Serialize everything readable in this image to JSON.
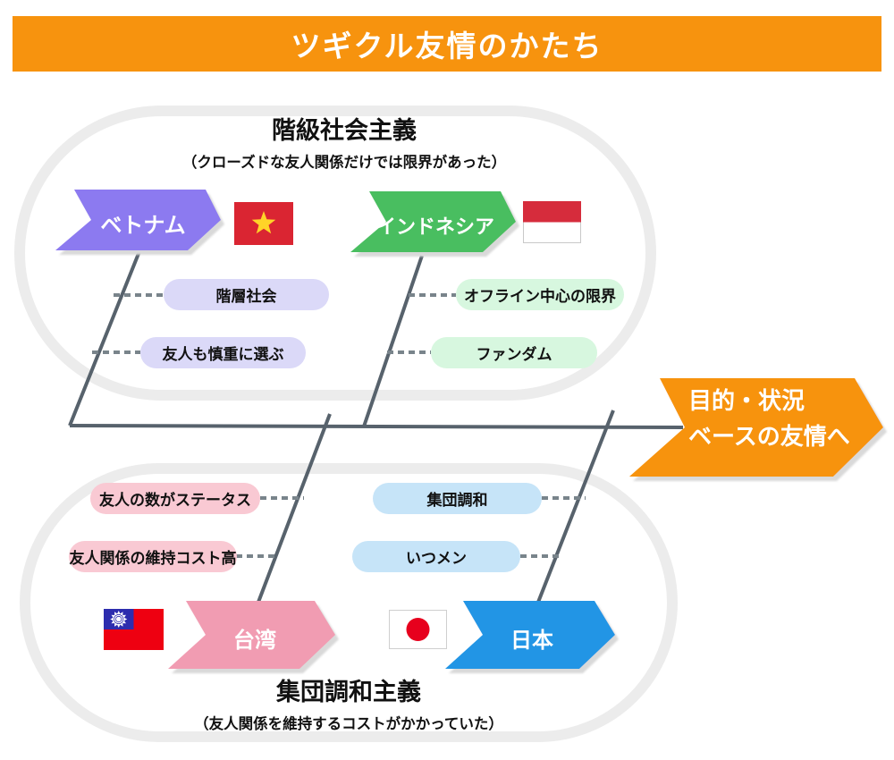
{
  "header": {
    "title": "ツギクル友情のかたち",
    "bg_color": "#F7930E"
  },
  "groups": {
    "top": {
      "title": "階級社会主義",
      "subtitle": "（クローズドな友人関係だけでは限界があった）",
      "countries": [
        {
          "name": "ベトナム",
          "flag": "vietnam-flag",
          "arrow_color": "#8C7AF0",
          "tag_color": "#DBD9F8",
          "tags": [
            "階層社会",
            "友人も慎重に選ぶ"
          ]
        },
        {
          "name": "インドネシア",
          "flag": "indonesia-flag",
          "arrow_color": "#48BE60",
          "tag_color": "#D7F7DF",
          "tags": [
            "オフライン中心の限界",
            "ファンダム"
          ]
        }
      ]
    },
    "bottom": {
      "title": "集団調和主義",
      "subtitle": "（友人関係を維持するコストがかかっていた）",
      "countries": [
        {
          "name": "台湾",
          "flag": "taiwan-flag",
          "arrow_color": "#F19CB2",
          "tag_color": "#F9C9D3",
          "tags": [
            "友人の数がステータス",
            "友人関係の維持コスト高"
          ]
        },
        {
          "name": "日本",
          "flag": "japan-flag",
          "arrow_color": "#2095E5",
          "tag_color": "#C6E4F8",
          "tags": [
            "集団調和",
            "いつメン"
          ]
        }
      ]
    }
  },
  "outcome": {
    "line1": "目的・状況",
    "line2": "ベースの友情へ",
    "arrow_color": "#F7930E"
  },
  "line_colors": {
    "spine": "#57626C",
    "dotted": "#79848B",
    "capsule_outline": "#ECECEC"
  }
}
